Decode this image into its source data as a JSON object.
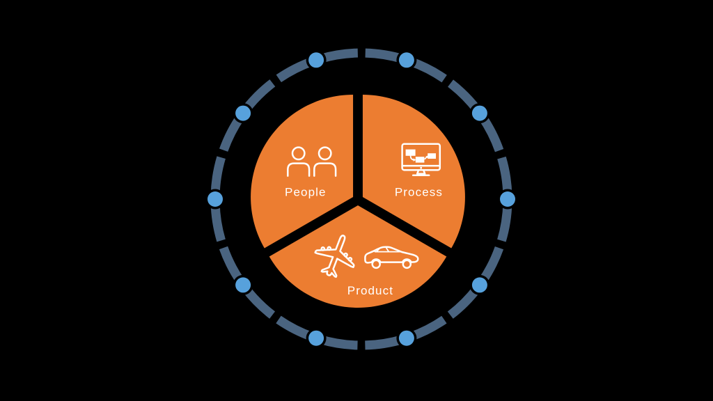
{
  "colors": {
    "background": "#000000",
    "ring_dash": "#4a6480",
    "ring_dot": "#57a1dc",
    "segment_fill": "#ec7d31",
    "icon_stroke": "#ffffff",
    "label_text": "#ffffff"
  },
  "ring": {
    "dot_count": 10,
    "dot_color": "#57a1dc",
    "dash_color": "#4a6480"
  },
  "pie": {
    "fill": "#ec7d31",
    "segments": [
      {
        "label": "People",
        "icon": "people-icon"
      },
      {
        "label": "Process",
        "icon": "process-monitor-icon"
      },
      {
        "label": "Product",
        "icon": "product-vehicles-icon"
      }
    ]
  }
}
